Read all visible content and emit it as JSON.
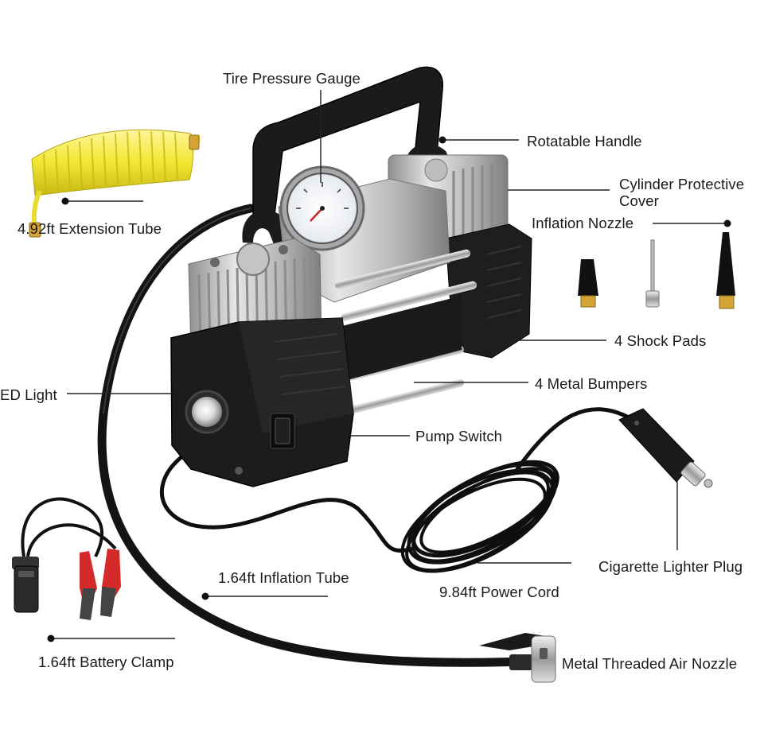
{
  "diagram": {
    "labels": {
      "tire_pressure_gauge": "Tire Pressure Gauge",
      "rotatable_handle": "Rotatable Handle",
      "cylinder_protective_cover": "Cylinder Protective Cover",
      "inflation_nozzle": "Inflation Nozzle",
      "extension_tube": "4.92ft Extension Tube",
      "shock_pads": "4 Shock Pads",
      "metal_bumpers": "4 Metal Bumpers",
      "led_light": "ED Light",
      "pump_switch": "Pump Switch",
      "cigarette_lighter_plug": "Cigarette Lighter Plug",
      "inflation_tube": "1.64ft Inflation Tube",
      "power_cord": "9.84ft Power Cord",
      "battery_clamp": "1.64ft Battery Clamp",
      "metal_threaded_air_nozzle": "Metal Threaded Air Nozzle"
    },
    "colors": {
      "pump_body": "#1c1c1c",
      "cylinder_fins": "#c9c9c9",
      "hose_yellow": "#f2e632",
      "cable": "#111111",
      "clamp_red": "#d42a2a",
      "brass": "#d4a437",
      "leader_line": "#222222"
    }
  }
}
